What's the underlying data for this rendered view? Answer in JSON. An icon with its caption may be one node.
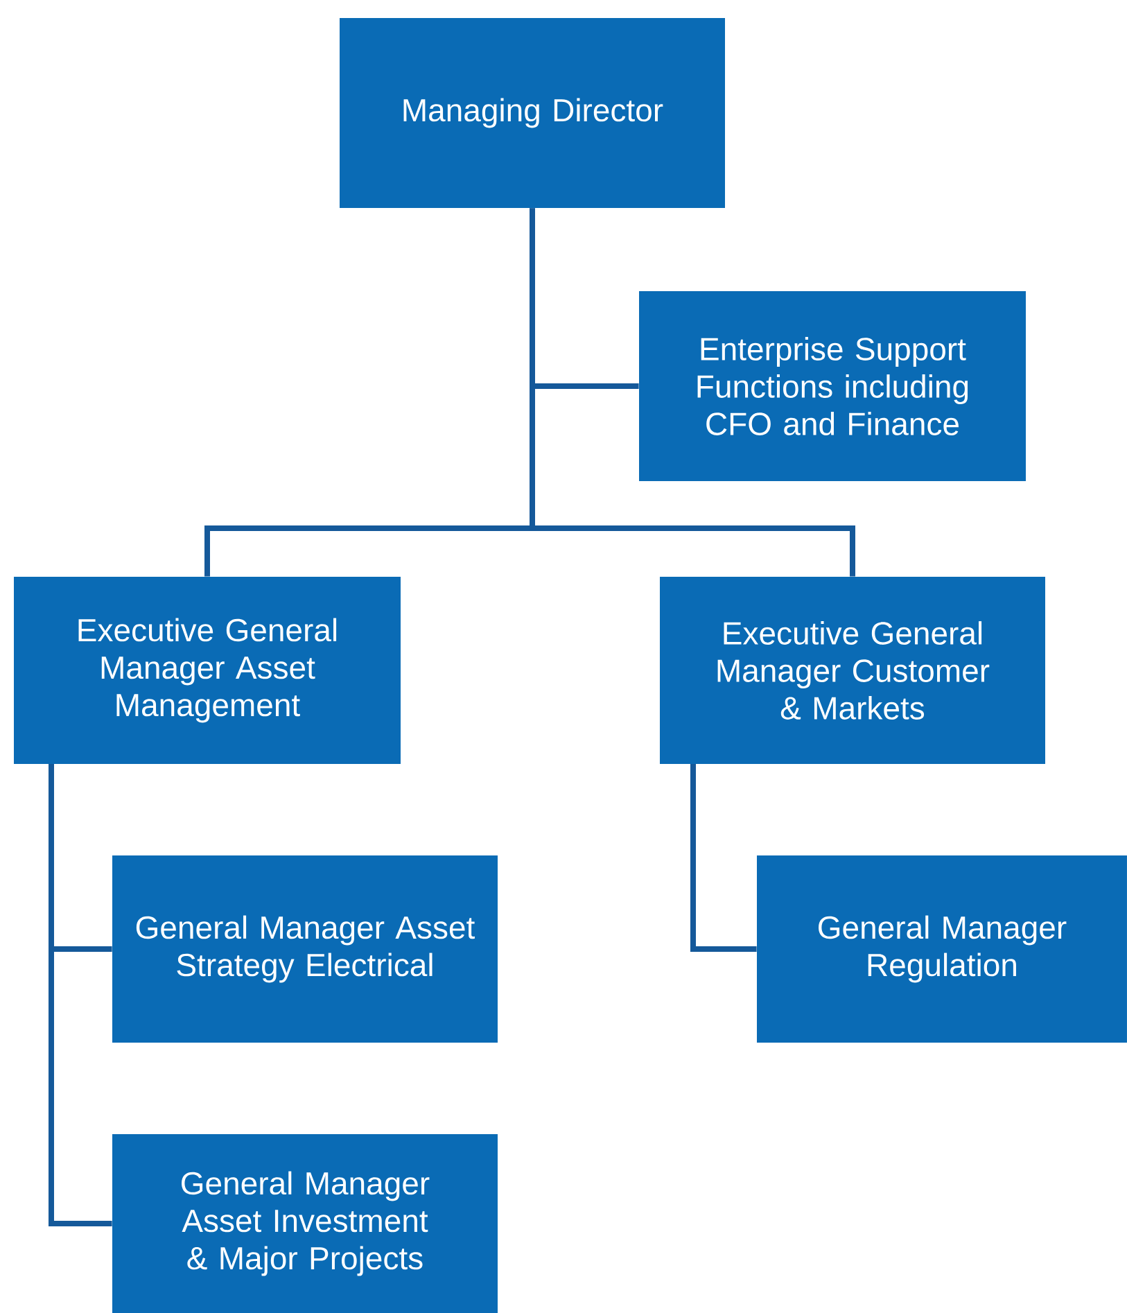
{
  "diagram": {
    "nodes": [
      {
        "text": [
          "Managing Director"
        ]
      },
      {
        "text": [
          "Enterprise Support Functions including CFO and Finance"
        ]
      },
      {
        "text": [
          "Executive General Manager Asset Management"
        ]
      },
      {
        "text": [
          "Executive General Manager Customer & Markets"
        ]
      },
      {
        "text": [
          "General Manager Asset Strategy Electrical"
        ]
      },
      {
        "text": [
          "General Manager Asset Investment & Major Projects"
        ]
      },
      {
        "text": [
          "General Manager Regulation"
        ]
      }
    ],
    "edges": [
      {
        "from": 0,
        "to": 1,
        "arrow": "none"
      },
      {
        "from": 0,
        "to": 2,
        "arrow": "none"
      },
      {
        "from": 0,
        "to": 3,
        "arrow": "none"
      },
      {
        "from": 2,
        "to": 4,
        "arrow": "none"
      },
      {
        "from": 2,
        "to": 5,
        "arrow": "none"
      },
      {
        "from": 3,
        "to": 6,
        "arrow": "none"
      }
    ]
  }
}
